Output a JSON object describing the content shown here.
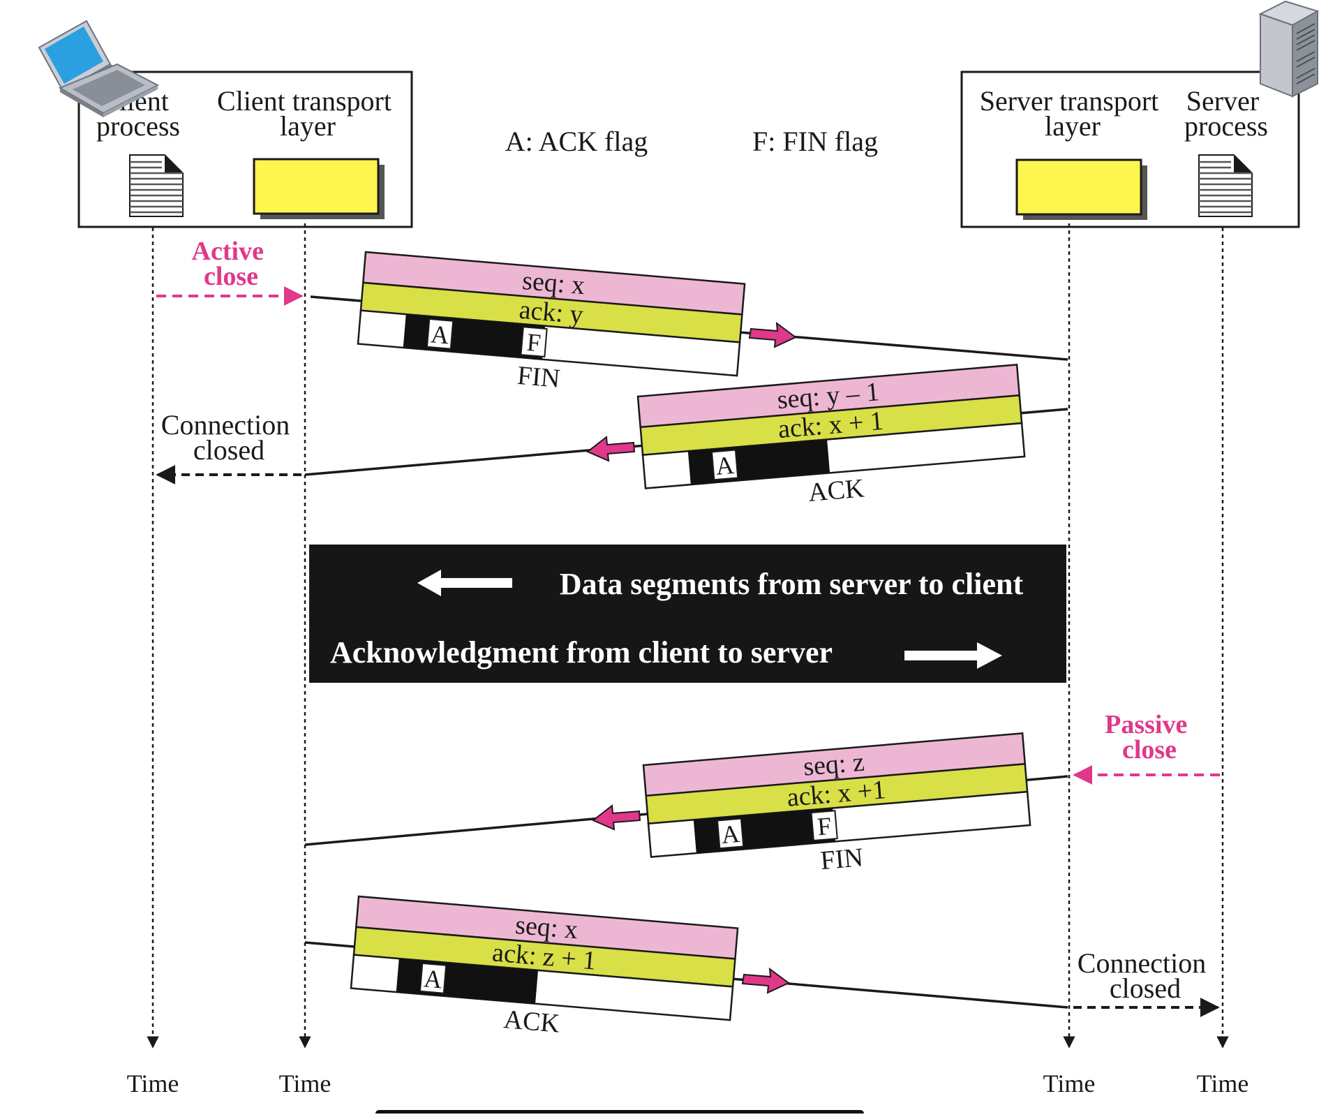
{
  "colors": {
    "pink_header": "#edb7d3",
    "yellow_header": "#d8df47",
    "transport_box": "#fff54f",
    "accent_magenta": "#e0388a",
    "band": "#161616"
  },
  "legend": {
    "ack_flag": "A: ACK flag",
    "fin_flag": "F: FIN flag"
  },
  "client": {
    "icon": "laptop-icon",
    "process_label": [
      "Client",
      "process"
    ],
    "transport_label": [
      "Client transport",
      "layer"
    ]
  },
  "server": {
    "icon": "server-tower-icon",
    "transport_label": [
      "Server transport",
      "layer"
    ],
    "process_label": [
      "Server",
      "process"
    ]
  },
  "time_labels": [
    "Time",
    "Time",
    "Time",
    "Time"
  ],
  "active_close": [
    "Active",
    "close"
  ],
  "passive_close": [
    "Passive",
    "close"
  ],
  "connection_closed_client": [
    "Connection",
    "closed"
  ],
  "connection_closed_server": [
    "Connection",
    "closed"
  ],
  "segments": [
    {
      "seq": "seq: x",
      "ack": "ack: y",
      "flags": [
        "A",
        "F"
      ],
      "type": "FIN",
      "direction": "client-to-server"
    },
    {
      "seq": "seq: y – 1",
      "ack": "ack: x + 1",
      "flags": [
        "A"
      ],
      "type": "ACK",
      "direction": "server-to-client"
    },
    {
      "seq": "seq: z",
      "ack": "ack: x +1",
      "flags": [
        "A",
        "F"
      ],
      "type": "FIN",
      "direction": "server-to-client"
    },
    {
      "seq": "seq: x",
      "ack": "ack: z + 1",
      "flags": [
        "A"
      ],
      "type": "ACK",
      "direction": "client-to-server"
    }
  ],
  "band": {
    "data_text": "Data segments from server to client",
    "ack_text": "Acknowledgment from client to server"
  }
}
